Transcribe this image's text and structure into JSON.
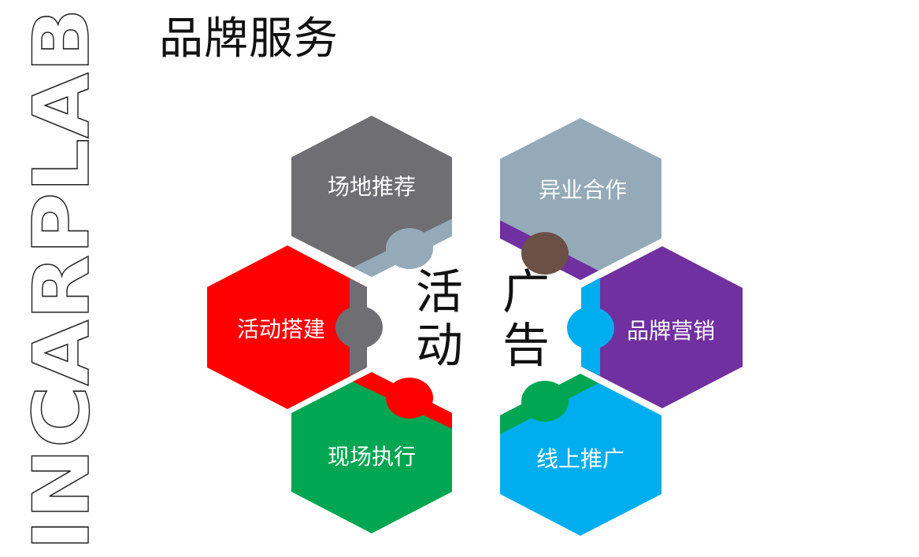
{
  "brand": {
    "text": "INCARPLAB"
  },
  "title": "品牌服务",
  "groups": {
    "left": {
      "chars": [
        "活",
        "动"
      ]
    },
    "right": {
      "chars": [
        "广",
        "告"
      ]
    }
  },
  "hexagons": [
    {
      "id": "venue",
      "label": "场地推荐",
      "color": "#6e6e73"
    },
    {
      "id": "event-build",
      "label": "活动搭建",
      "color": "#ff0000"
    },
    {
      "id": "onsite",
      "label": "现场执行",
      "color": "#00a651"
    },
    {
      "id": "crossover",
      "label": "异业合作",
      "color": "#94aab8"
    },
    {
      "id": "brand-marketing",
      "label": "品牌营销",
      "color": "#7030a0"
    },
    {
      "id": "online",
      "label": "线上推广",
      "color": "#00aeef"
    }
  ],
  "connectors": {
    "left_top": "#94aab8",
    "left_middle": "#6e6e73",
    "left_bottom": "#ff0000",
    "right_top": "#6b5045",
    "right_middle": "#00aeef",
    "right_bottom": "#00a651"
  }
}
